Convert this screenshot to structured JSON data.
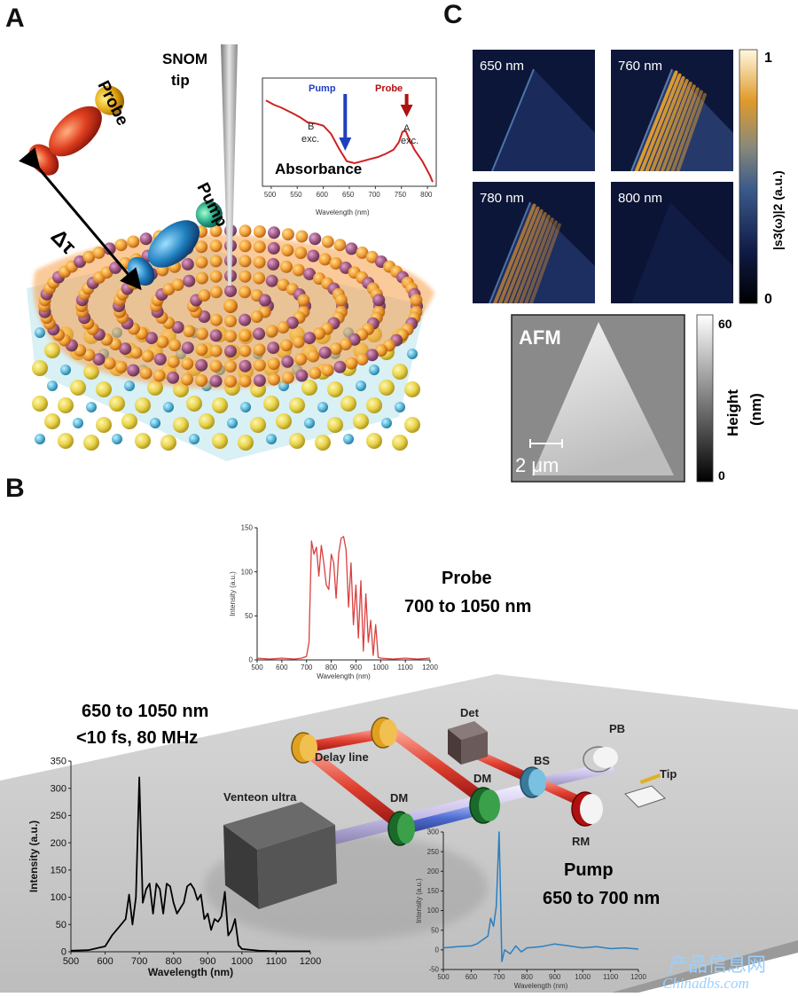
{
  "panels": {
    "a": "A",
    "b": "B",
    "c": "C"
  },
  "panel_a": {
    "probe": "Probe",
    "pump": "Pump",
    "delay": "Δτ",
    "snom_line1": "SNOM",
    "snom_line2": "tip",
    "inset": {
      "title": "Absorbance",
      "pump_label": "Pump",
      "probe_label": "Probe",
      "b_line1": "B",
      "b_line2": "exc.",
      "a_line1": "A",
      "a_line2": "exc.",
      "xlabel": "Wavelength (nm)",
      "ticks": [
        "500",
        "550",
        "600",
        "650",
        "700",
        "750",
        "800"
      ]
    }
  },
  "panel_c": {
    "maps": [
      "650 nm",
      "760 nm",
      "780 nm",
      "800 nm"
    ],
    "colorbar_top": "1",
    "colorbar_bottom": "0",
    "colorbar_label": "|s3(ω)|2 (a.u.)",
    "afm_label": "AFM",
    "scalebar": "2 μm",
    "height_top": "60",
    "height_bottom": "0",
    "height_line1": "Height",
    "height_line2": "(nm)"
  },
  "panel_b": {
    "probe_title": "Probe",
    "probe_range": "700 to 1050 nm",
    "source_line1": "650 to 1050 nm",
    "source_line2": "<10 fs, 80 MHz",
    "pump_title": "Pump",
    "pump_range": "650 to 700 nm",
    "setup": {
      "det": "Det",
      "pb": "PB",
      "delay_line": "Delay line",
      "bs": "BS",
      "tip": "Tip",
      "dm1": "DM",
      "dm2": "DM",
      "venteon": "Venteon ultra",
      "rm": "RM"
    }
  },
  "watermark": {
    "line1": "产品信息网",
    "line2": "Chinadbs.com"
  },
  "chart_data": [
    {
      "type": "line",
      "name": "absorbance-inset",
      "title": "Absorbance",
      "xlabel": "Wavelength (nm)",
      "ylabel": "",
      "xlim": [
        490,
        810
      ],
      "ylim": [
        0,
        1
      ],
      "x": [
        490,
        505,
        520,
        540,
        555,
        570,
        585,
        600,
        615,
        630,
        645,
        660,
        675,
        690,
        705,
        720,
        735,
        745,
        752,
        758,
        765,
        775,
        790,
        805,
        810
      ],
      "series": [
        {
          "values": [
            0.82,
            0.78,
            0.75,
            0.7,
            0.66,
            0.61,
            0.6,
            0.58,
            0.5,
            0.36,
            0.24,
            0.22,
            0.24,
            0.26,
            0.28,
            0.31,
            0.35,
            0.42,
            0.52,
            0.53,
            0.45,
            0.35,
            0.24,
            0.1,
            0.04
          ]
        }
      ],
      "annotations": [
        {
          "label": "Pump",
          "x": 642,
          "color": "#1f3fbf"
        },
        {
          "label": "Probe",
          "x": 760,
          "color": "#b01010"
        }
      ]
    },
    {
      "type": "line",
      "name": "probe-spectrum",
      "xlabel": "Wavelength (nm)",
      "ylabel": "Intensity (a.u.)",
      "xlim": [
        500,
        1200
      ],
      "ylim": [
        0,
        150
      ],
      "x": [
        500,
        550,
        600,
        650,
        680,
        700,
        710,
        720,
        730,
        740,
        750,
        760,
        770,
        780,
        790,
        800,
        810,
        820,
        830,
        840,
        850,
        860,
        870,
        880,
        890,
        900,
        910,
        920,
        930,
        940,
        950,
        960,
        970,
        980,
        990,
        1000,
        1050,
        1100,
        1150,
        1200
      ],
      "series": [
        {
          "name": "Probe",
          "color": "#d94040",
          "values": [
            2,
            1,
            2,
            1,
            2,
            4,
            20,
            135,
            120,
            128,
            95,
            130,
            110,
            85,
            80,
            120,
            110,
            70,
            120,
            138,
            140,
            125,
            60,
            110,
            40,
            85,
            25,
            90,
            10,
            75,
            20,
            45,
            5,
            40,
            3,
            2,
            1,
            2,
            1,
            2
          ]
        }
      ],
      "xticks": [
        500,
        600,
        700,
        800,
        900,
        1000,
        1100,
        1200
      ],
      "yticks": [
        0,
        50,
        100,
        150
      ]
    },
    {
      "type": "line",
      "name": "source-spectrum",
      "xlabel": "Wavelength (nm)",
      "ylabel": "Intensity (a.u.)",
      "xlim": [
        500,
        1200
      ],
      "ylim": [
        0,
        350
      ],
      "x": [
        500,
        550,
        600,
        620,
        640,
        660,
        670,
        680,
        690,
        700,
        710,
        720,
        730,
        740,
        750,
        760,
        770,
        780,
        790,
        800,
        810,
        820,
        830,
        840,
        850,
        860,
        870,
        880,
        890,
        900,
        910,
        920,
        930,
        940,
        950,
        960,
        970,
        980,
        990,
        1000,
        1050,
        1100,
        1150,
        1200
      ],
      "series": [
        {
          "name": "Source",
          "color": "#000000",
          "values": [
            2,
            3,
            10,
            30,
            45,
            60,
            105,
            50,
            100,
            320,
            90,
            115,
            125,
            70,
            125,
            115,
            70,
            125,
            120,
            90,
            70,
            80,
            90,
            120,
            125,
            115,
            95,
            105,
            60,
            70,
            40,
            60,
            55,
            65,
            110,
            30,
            40,
            60,
            12,
            5,
            2,
            1,
            1,
            1
          ]
        }
      ],
      "xticks": [
        500,
        600,
        700,
        800,
        900,
        1000,
        1100,
        1200
      ],
      "yticks": [
        0,
        50,
        100,
        150,
        200,
        250,
        300,
        350
      ]
    },
    {
      "type": "line",
      "name": "pump-spectrum",
      "xlabel": "Wavelength (nm)",
      "ylabel": "Intensity (a.u.)",
      "xlim": [
        500,
        1200
      ],
      "ylim": [
        -50,
        300
      ],
      "x": [
        500,
        550,
        600,
        620,
        640,
        660,
        670,
        680,
        690,
        700,
        705,
        710,
        720,
        740,
        760,
        780,
        800,
        850,
        900,
        950,
        1000,
        1050,
        1100,
        1150,
        1200
      ],
      "series": [
        {
          "name": "Pump",
          "color": "#2a7fc0",
          "values": [
            5,
            8,
            10,
            15,
            25,
            35,
            80,
            60,
            110,
            300,
            150,
            -30,
            0,
            -10,
            10,
            -5,
            5,
            8,
            15,
            10,
            5,
            8,
            3,
            5,
            2
          ]
        }
      ],
      "xticks": [
        500,
        600,
        700,
        800,
        900,
        1000,
        1100,
        1200
      ],
      "yticks": [
        -50,
        0,
        50,
        100,
        150,
        200,
        250,
        300
      ]
    }
  ]
}
